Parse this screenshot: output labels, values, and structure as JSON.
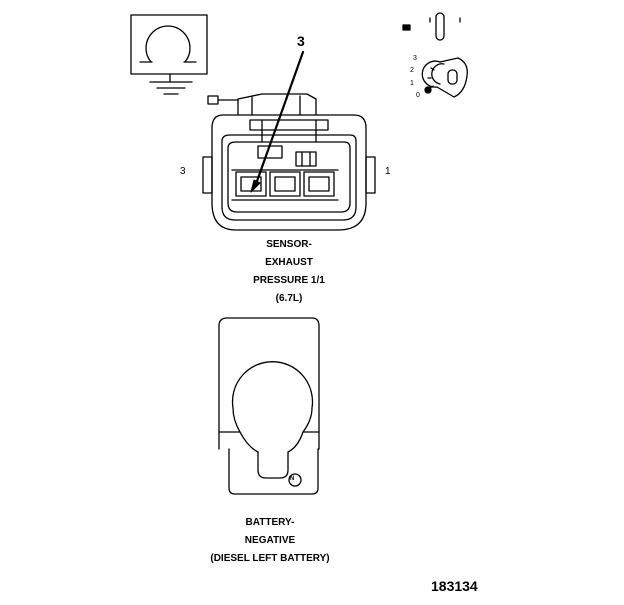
{
  "diagram": {
    "stroke_color": "#000000",
    "background_color": "#ffffff",
    "ohmmeter": {
      "icon": "ohm-meter-icon"
    },
    "ignition": {
      "icon": "ignition-key-icon",
      "positions": [
        "3",
        "2",
        "1",
        "0"
      ]
    },
    "sensor_connector": {
      "callout": "3",
      "pin_left": "3",
      "pin_right": "1",
      "caption_lines": [
        "SENSOR-",
        "EXHAUST",
        "PRESSURE 1/1",
        "(6.7L)"
      ]
    },
    "battery_terminal": {
      "caption_lines": [
        "BATTERY-",
        "NEGATIVE",
        "(DIESEL LEFT BATTERY)"
      ]
    },
    "figure_number": "183134"
  }
}
